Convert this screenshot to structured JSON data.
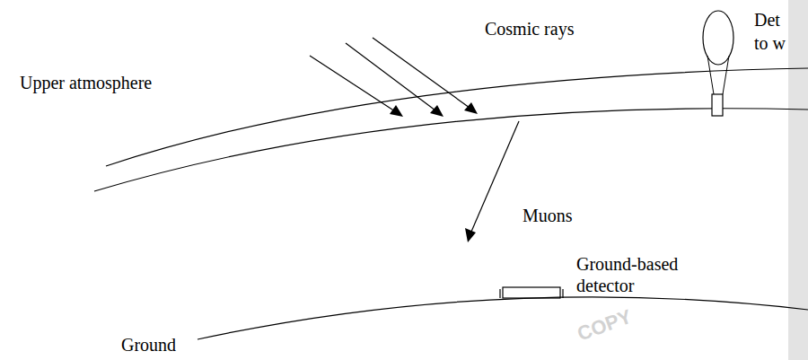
{
  "diagram": {
    "labels": [
      "Cosmic rays",
      "Upper atmosphere",
      "Muons",
      "Ground-based detector",
      "Ground",
      "Det",
      "to w",
      "COPY"
    ]
  }
}
